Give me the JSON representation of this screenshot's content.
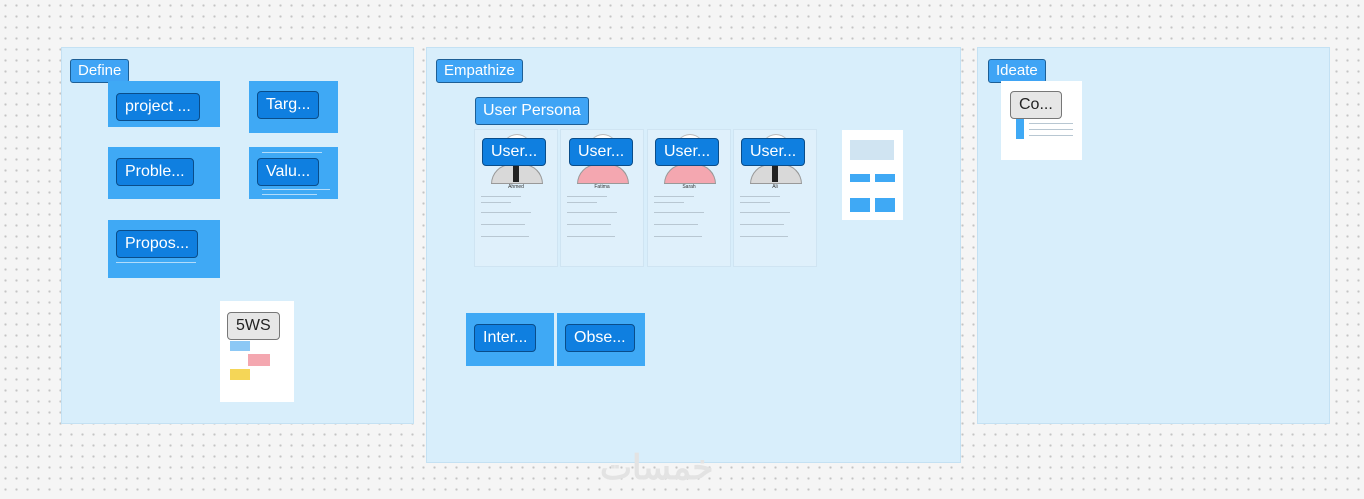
{
  "sections": {
    "define": "Define",
    "empathize": "Empathize",
    "ideate": "Ideate"
  },
  "define": {
    "project": "project ...",
    "target": "Targ...",
    "problem": "Proble...",
    "value": "Valu...",
    "proposal": "Propos...",
    "fivews": "5WS"
  },
  "empathize": {
    "persona_title": "User Persona",
    "persona_labels": [
      "User...",
      "User...",
      "User...",
      "User..."
    ],
    "persona_names": [
      "Ahmed",
      "Fatima",
      "Sarah",
      "Ali"
    ],
    "interview": "Inter...",
    "observation": "Obse..."
  },
  "ideate": {
    "concept": "Co..."
  },
  "watermark": "خمسات",
  "colors": {
    "section_bg": "#d8eefb",
    "sticky": "#3fa9f5",
    "label": "#0f7fe0"
  }
}
